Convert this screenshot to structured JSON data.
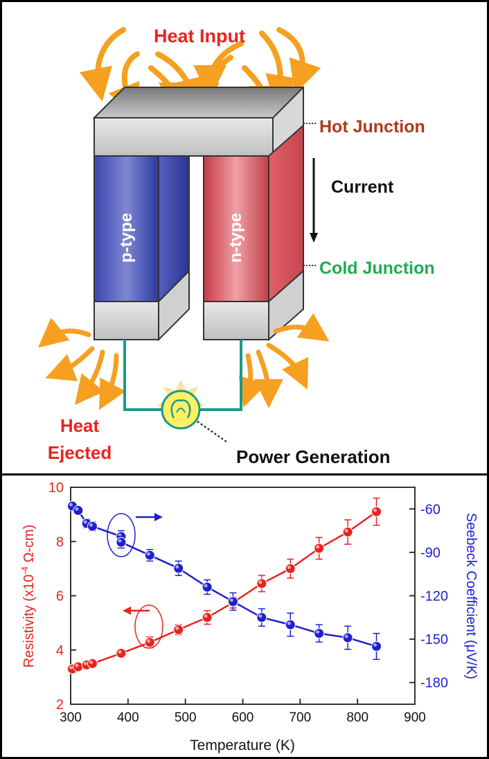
{
  "diagram": {
    "heat_input": "Heat Input",
    "hot_junction": "Hot Junction",
    "current": "Current",
    "cold_junction": "Cold Junction",
    "heat_ejected_line1": "Heat",
    "heat_ejected_line2": "Ejected",
    "power_generation": "Power Generation",
    "p_type": "p-type",
    "n_type": "n-type",
    "colors": {
      "heat_text": "#e8231f",
      "hot_junction_text": "#b03a1c",
      "cold_junction_text": "#22aa55",
      "arrow_orange": "#f5a020",
      "p_type": "#4a55b5",
      "n_type": "#d9535a",
      "wire": "#1a9a8a"
    },
    "icons": [
      "heat-arrow-icon",
      "lightbulb-icon",
      "current-arrow-icon"
    ]
  },
  "chart_data": {
    "type": "scatter",
    "xlabel": "Temperature (K)",
    "xlim": [
      300,
      900
    ],
    "x_ticks": [
      "300",
      "400",
      "500",
      "600",
      "700",
      "800",
      "900"
    ],
    "left_axis": {
      "label_pre": "Resistivity (x10",
      "label_sup": "-4",
      "label_post": " Ω-cm)",
      "ylim": [
        2,
        10
      ],
      "ticks": [
        "2",
        "4",
        "6",
        "8",
        "10"
      ],
      "color": "#e8231f"
    },
    "right_axis": {
      "label": "Seebeck Coefficient (μV/K)",
      "ylim": [
        -195,
        -45
      ],
      "ticks": [
        "-60",
        "-90",
        "-120",
        "-150",
        "-180"
      ],
      "color": "#1f1fd0"
    },
    "series": [
      {
        "axis": "left",
        "color": "#e8231f",
        "x": [
          303,
          313,
          328,
          338,
          388,
          438,
          488,
          538,
          583,
          633,
          683,
          733,
          783,
          833
        ],
        "y": [
          3.3,
          3.38,
          3.45,
          3.5,
          3.88,
          4.28,
          4.75,
          5.2,
          5.75,
          6.45,
          7.0,
          7.75,
          8.35,
          9.1
        ],
        "err": [
          0.08,
          0.1,
          0.1,
          0.1,
          0.12,
          0.2,
          0.18,
          0.25,
          0.2,
          0.3,
          0.35,
          0.4,
          0.45,
          0.5
        ]
      },
      {
        "axis": "right",
        "color": "#1f1fd0",
        "x": [
          303,
          313,
          328,
          338,
          388,
          388,
          438,
          488,
          538,
          583,
          633,
          683,
          733,
          783,
          833
        ],
        "y": [
          -58,
          -61,
          -70,
          -72,
          -79,
          -83,
          -92,
          -101,
          -114,
          -124,
          -135,
          -140,
          -146,
          -149,
          -155
        ],
        "err": [
          2,
          2,
          3,
          3,
          4,
          4,
          4,
          5,
          5,
          6,
          6,
          8,
          6,
          8,
          9
        ]
      }
    ],
    "annotations": [
      "right-arrow-blue",
      "left-arrow-red",
      "blue-ellipse",
      "red-ellipse"
    ]
  }
}
